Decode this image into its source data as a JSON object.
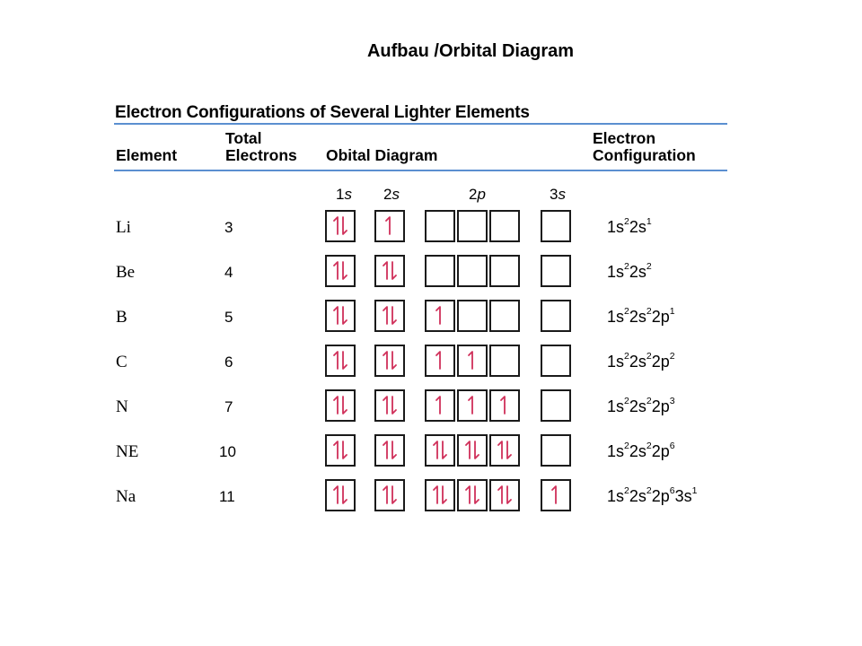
{
  "title": "Aufbau /Orbital Diagram",
  "table_title": "Electron Configurations of Several Lighter Elements",
  "headers": {
    "element": "Element",
    "total_line1": "Total",
    "total_line2": "Electrons",
    "diagram": "Obital Diagram",
    "config_line1": "Electron",
    "config_line2": "Configuration"
  },
  "orbital_labels": [
    {
      "num": "1",
      "letter": "s"
    },
    {
      "num": "2",
      "letter": "s"
    },
    {
      "num": "2",
      "letter": "p"
    },
    {
      "num": "3",
      "letter": "s"
    }
  ],
  "arrow_color": "#d0305a",
  "rows": [
    {
      "element": "Li",
      "electrons": "3",
      "boxes": [
        "ud",
        "u",
        "",
        "",
        "",
        ""
      ],
      "config": [
        [
          "1s",
          "2"
        ],
        [
          "2s",
          "1"
        ]
      ]
    },
    {
      "element": "Be",
      "electrons": "4",
      "boxes": [
        "ud",
        "ud",
        "",
        "",
        "",
        ""
      ],
      "config": [
        [
          "1s",
          "2"
        ],
        [
          "2s",
          "2"
        ]
      ]
    },
    {
      "element": "B",
      "electrons": "5",
      "boxes": [
        "ud",
        "ud",
        "u",
        "",
        "",
        ""
      ],
      "config": [
        [
          "1s",
          "2"
        ],
        [
          "2s",
          "2"
        ],
        [
          "2p",
          "1"
        ]
      ]
    },
    {
      "element": "C",
      "electrons": "6",
      "boxes": [
        "ud",
        "ud",
        "u",
        "u",
        "",
        ""
      ],
      "config": [
        [
          "1s",
          "2"
        ],
        [
          "2s",
          "2"
        ],
        [
          "2p",
          "2"
        ]
      ]
    },
    {
      "element": "N",
      "electrons": "7",
      "boxes": [
        "ud",
        "ud",
        "u",
        "u",
        "u",
        ""
      ],
      "config": [
        [
          "1s",
          "2"
        ],
        [
          "2s",
          "2"
        ],
        [
          "2p",
          "3"
        ]
      ]
    },
    {
      "element": "NE",
      "electrons": "10",
      "boxes": [
        "ud",
        "ud",
        "ud",
        "ud",
        "ud",
        ""
      ],
      "config": [
        [
          "1s",
          "2"
        ],
        [
          "2s",
          "2"
        ],
        [
          "2p",
          "6"
        ]
      ]
    },
    {
      "element": "Na",
      "electrons": "11",
      "boxes": [
        "ud",
        "ud",
        "ud",
        "ud",
        "ud",
        "u"
      ],
      "config": [
        [
          "1s",
          "2"
        ],
        [
          "2s",
          "2"
        ],
        [
          "2p",
          "6"
        ],
        [
          "3s",
          "1"
        ]
      ]
    }
  ]
}
